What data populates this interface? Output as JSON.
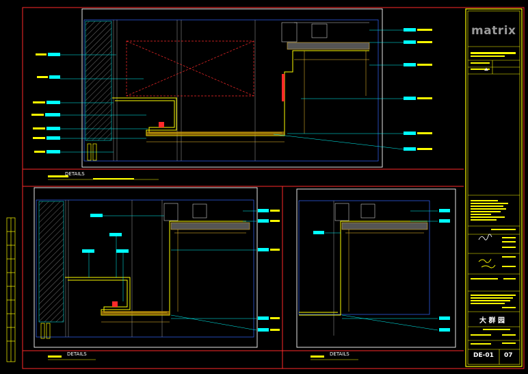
{
  "colors": {
    "frame": "#ff2a2a",
    "title_block": "#ffff00",
    "detail_frame": "#ffffff",
    "ceiling_line": "#ffff00",
    "dimension": "#ffcc33",
    "leader": "#00ffff",
    "blue_outline": "#3366ff",
    "tag_fill": "#00ffff"
  },
  "title_block": {
    "logo_text": "matrix",
    "company_text": "大 群 园",
    "drawing_number": "DE-01",
    "sheet_no": "07"
  },
  "details": [
    {
      "title": "DETAILS"
    },
    {
      "title": "DETAILS"
    },
    {
      "title": "DETAILS"
    }
  ],
  "icons": {
    "logo": "matrix-logo-icon",
    "signature_1": "signature-icon",
    "signature_2": "signature-icon",
    "north": "marker-icon"
  }
}
